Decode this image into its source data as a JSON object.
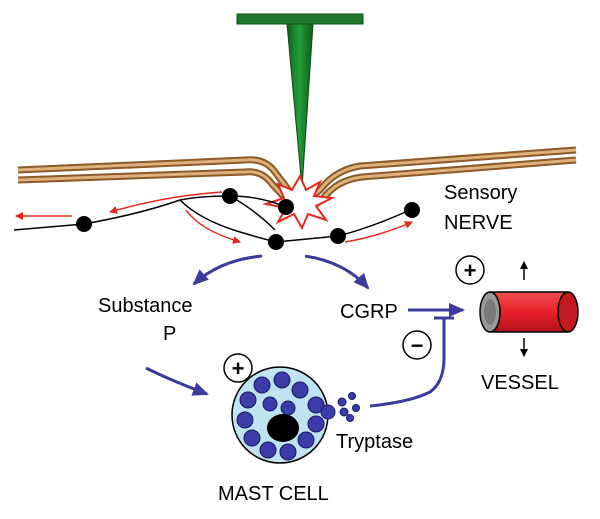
{
  "labels": {
    "sensory_line1": "Sensory",
    "sensory_line2": "NERVE",
    "substance_line1": "Substance",
    "substance_line2": "P",
    "cgrp": "CGRP",
    "vessel": "VESSEL",
    "tryptase": "Tryptase",
    "mast_cell": "MAST CELL"
  },
  "signs": {
    "plus_vessel": "+",
    "minus_vessel": "−",
    "plus_mast": "+"
  },
  "colors": {
    "needle": "#1a8a2a",
    "skin": "#d4a373",
    "nerve_arrow": "#e8281e",
    "pathway_arrow": "#3b3b9e",
    "vessel": "#e8202a",
    "mast_cell_body": "#bfe4ef",
    "granule": "#3c3ca8"
  }
}
